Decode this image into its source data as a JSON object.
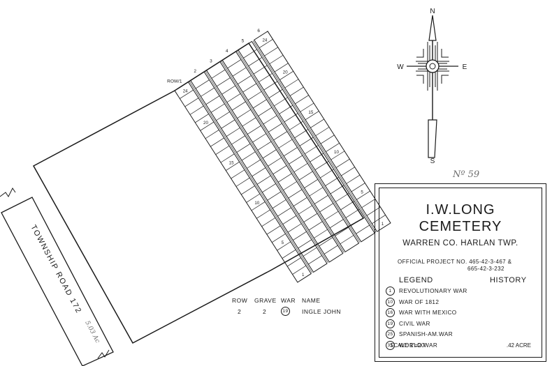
{
  "compass": {
    "n": "N",
    "s": "S",
    "e": "E",
    "w": "W"
  },
  "grid": {
    "row_prefix": "ROW",
    "row_numbers": [
      "1",
      "2",
      "3",
      "4",
      "5",
      "6"
    ],
    "grave_marks": [
      "24",
      "20",
      "15",
      "10",
      "5",
      "1"
    ],
    "col6_marks": [
      "24",
      "20",
      "15",
      "10",
      "5",
      "1"
    ]
  },
  "road": {
    "label": "TOWNSHIP ROAD 172"
  },
  "record": {
    "headers": [
      "ROW",
      "GRAVE",
      "WAR",
      "NAME"
    ],
    "row": {
      "row": "2",
      "grave": "2",
      "war": "19",
      "name": "INGLE JOHN"
    }
  },
  "title_block": {
    "pencil_number": "Nº 59",
    "name_line1": "I.W.LONG",
    "name_line2": "CEMETERY",
    "location": "WARREN CO. HARLAN TWP.",
    "project_line1": "OFFICIAL PROJECT NO. 465-42-3-467 &",
    "project_line2": "665-42-3-232",
    "legend_title": "LEGEND",
    "history_title": "HISTORY",
    "legend": [
      {
        "code": "1",
        "label": "REVOLUTIONARY WAR"
      },
      {
        "code": "10",
        "label": "WAR OF 1812"
      },
      {
        "code": "16",
        "label": "WAR WITH MEXICO"
      },
      {
        "code": "19",
        "label": "CIVIL WAR"
      },
      {
        "code": "25",
        "label": "SPANISH-AM.WAR"
      },
      {
        "code": "31",
        "label": "WORLD WAR"
      }
    ],
    "scale": "SCALE 1\"=20'",
    "acreage": ".42 ACRE"
  }
}
